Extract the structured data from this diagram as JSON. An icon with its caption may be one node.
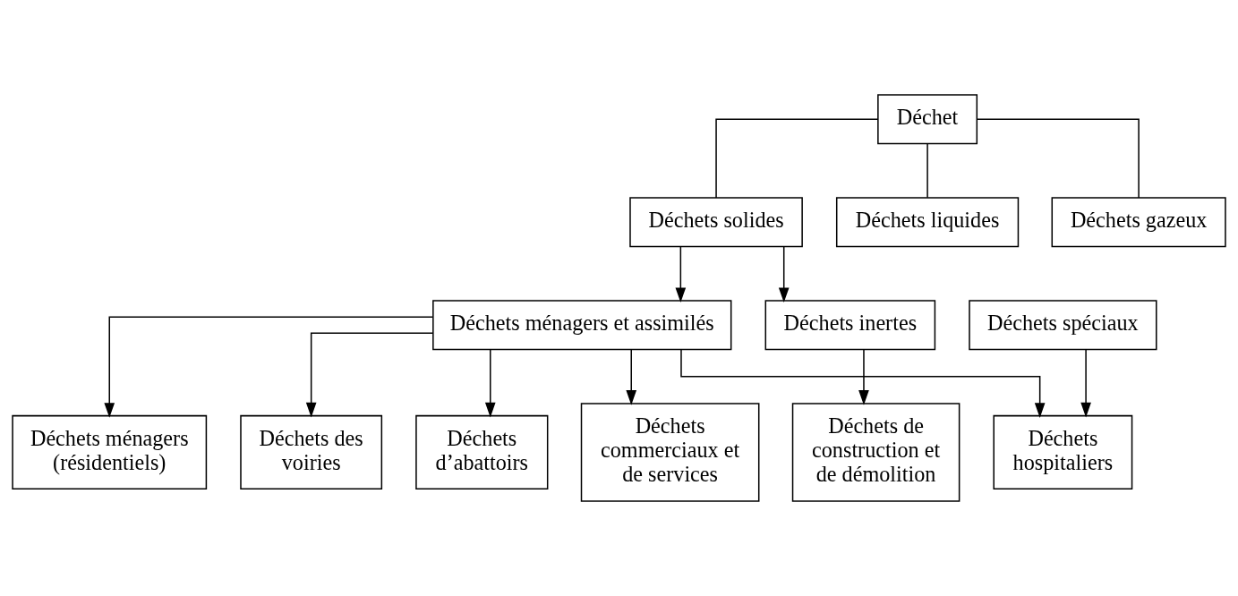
{
  "diagram": {
    "nodes": [
      {
        "text": [
          "Déchet"
        ]
      },
      {
        "text": [
          "Déchets solides"
        ]
      },
      {
        "text": [
          "Déchets liquides"
        ]
      },
      {
        "text": [
          "Déchets gazeux"
        ]
      },
      {
        "text": [
          "Déchets ménagers et assimilés"
        ]
      },
      {
        "text": [
          "Déchets inertes"
        ]
      },
      {
        "text": [
          "Déchets spéciaux"
        ]
      },
      {
        "text": [
          "Déchets ménagers (résidentiels)"
        ]
      },
      {
        "text": [
          "Déchets des voiries"
        ]
      },
      {
        "text": [
          "Déchets d’abattoirs"
        ]
      },
      {
        "text": [
          "Déchets commerciaux et de services"
        ]
      },
      {
        "text": [
          "Déchets de construction et de démolition"
        ]
      },
      {
        "text": [
          "Déchets hospitaliers"
        ]
      }
    ],
    "edges": [
      {
        "from": 0,
        "to": 1,
        "arrow": "none"
      },
      {
        "from": 0,
        "to": 2,
        "arrow": "none"
      },
      {
        "from": 0,
        "to": 3,
        "arrow": "none"
      },
      {
        "from": 1,
        "to": 4,
        "arrow": "to"
      },
      {
        "from": 1,
        "to": 5,
        "arrow": "to"
      },
      {
        "from": 4,
        "to": 7,
        "arrow": "to"
      },
      {
        "from": 4,
        "to": 8,
        "arrow": "to"
      },
      {
        "from": 4,
        "to": 9,
        "arrow": "to"
      },
      {
        "from": 4,
        "to": 10,
        "arrow": "to"
      },
      {
        "from": 4,
        "to": 12,
        "arrow": "to"
      },
      {
        "from": 5,
        "to": 11,
        "arrow": "to"
      },
      {
        "from": 6,
        "to": 12,
        "arrow": "to"
      }
    ]
  }
}
